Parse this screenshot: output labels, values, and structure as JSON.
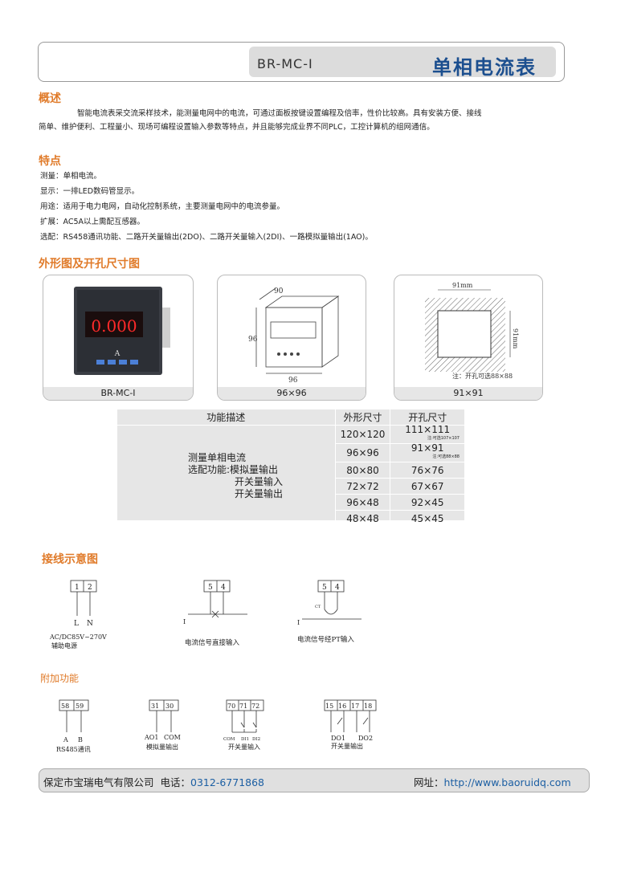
{
  "header": {
    "model": "BR-MC-I",
    "title": "单相电流表"
  },
  "overview": {
    "heading": "概述",
    "line1": "智能电流表采交流采样技术，能测量电网中的电流，可通过面板按键设置编程及倍率，性价比较高。具有安装方便、接线",
    "line2": "简单、维护便利、工程量小、现场可编程设置输入参数等特点，并且能够完成业界不同PLC，工控计算机的组网通信。"
  },
  "features": {
    "heading": "特点",
    "items": [
      "测量：单相电流。",
      "显示：一排LED数码管显示。",
      "用途：适用于电力电网，自动化控制系统，主要测量电网中的电流参量。",
      "扩展：AC5A以上需配互感器。",
      "选配：RS458通讯功能、二路开关量输出(2DO)、二路开关量输入(2DI)、一路模拟量输出(1AO)。"
    ]
  },
  "dimensions": {
    "heading": "外形图及开孔尺寸图",
    "card1_caption": "BR-MC-I",
    "card1_display": "0.000",
    "card1_unit": "A",
    "card2_caption": "96×96",
    "card2_w": "90",
    "card2_h": "96",
    "card2_b": "96",
    "card3_caption": "91×91",
    "card3_w": "91mm",
    "card3_h": "91mm",
    "card3_note": "注：开孔可选88×88"
  },
  "spec_table": {
    "headers": [
      "功能描述",
      "外形尺寸",
      "开孔尺寸"
    ],
    "desc": [
      "测量单相电流",
      "选配功能:模拟量输出",
      "开关量输入",
      "开关量输出"
    ],
    "rows": [
      {
        "outer": "120×120",
        "cut": "111×111",
        "note": "注:可选107×107"
      },
      {
        "outer": "96×96",
        "cut": "91×91",
        "note": "注:可选88×88"
      },
      {
        "outer": "80×80",
        "cut": "76×76",
        "note": ""
      },
      {
        "outer": "72×72",
        "cut": "67×67",
        "note": ""
      },
      {
        "outer": "96×48",
        "cut": "92×45",
        "note": ""
      },
      {
        "outer": "48×48",
        "cut": "45×45",
        "note": ""
      }
    ]
  },
  "wiring": {
    "heading": "接线示意图",
    "aux": {
      "t1": "1",
      "t2": "2",
      "l": "L",
      "n": "N",
      "label1": "AC/DC85V~270V",
      "label2": "辅助电源"
    },
    "direct": {
      "t1": "5",
      "t2": "4",
      "i": "I",
      "label": "电流信号直接输入"
    },
    "pt": {
      "t1": "5",
      "t2": "4",
      "i": "I",
      "ct": "CT",
      "label": "电流信号经PT输入"
    }
  },
  "extra": {
    "heading": "附加功能",
    "rs485": {
      "t1": "58",
      "t2": "59",
      "a": "A",
      "b": "B",
      "label": "RS485通讯"
    },
    "ao": {
      "t1": "31",
      "t2": "30",
      "a": "AO1",
      "b": "COM",
      "label": "模拟量输出"
    },
    "di": {
      "t1": "70",
      "t2": "71",
      "t3": "72",
      "a": "COM",
      "b": "DI1",
      "c": "DI2",
      "label": "开关量输入"
    },
    "do": {
      "t1": "15",
      "t2": "16",
      "t3": "17",
      "t4": "18",
      "a": "DO1",
      "b": "DO2",
      "label": "开关量输出"
    }
  },
  "footer": {
    "company": "保定市宝瑞电气有限公司",
    "tel_label": "电话：",
    "tel": "0312-6771868",
    "web_label": "网址：",
    "web": "http://www.baoruidq.com"
  }
}
